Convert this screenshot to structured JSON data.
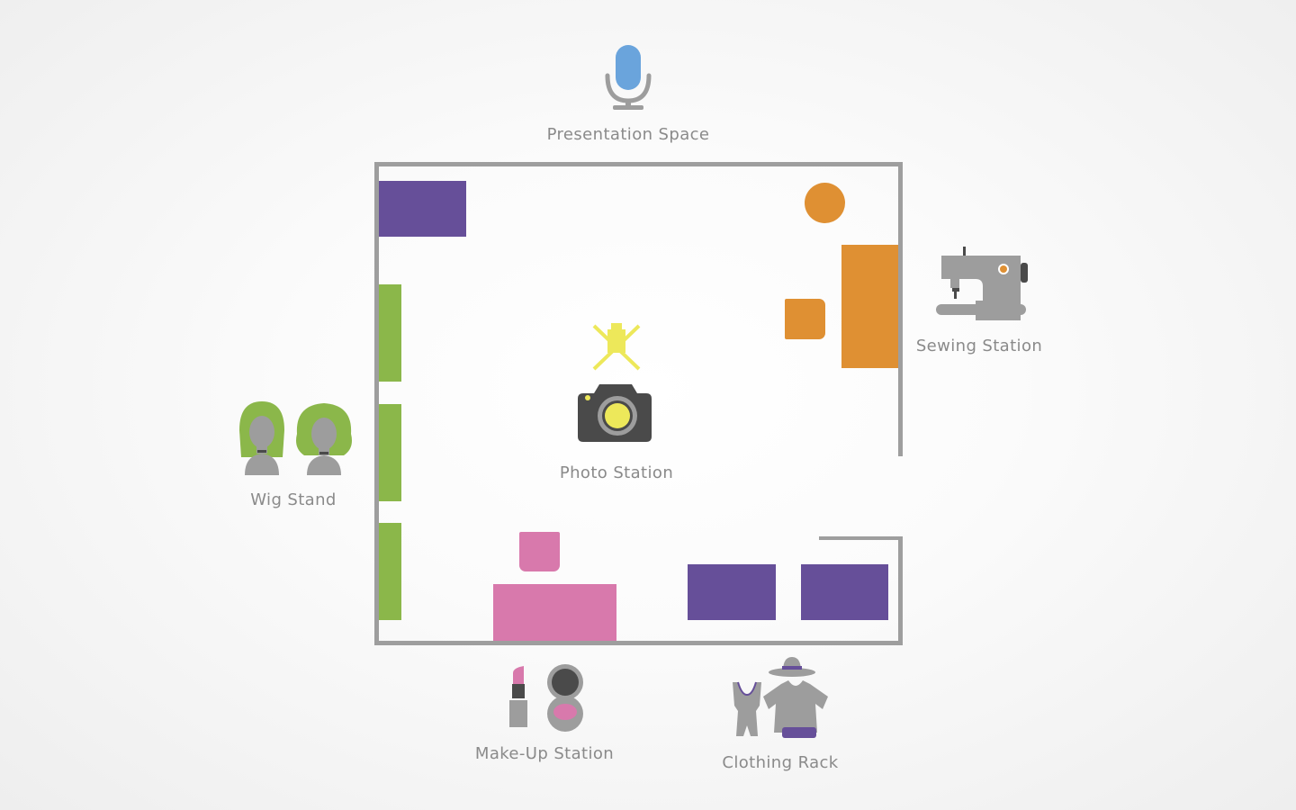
{
  "colors": {
    "background": "#f4f4f4",
    "wall": "#9e9e9e",
    "purple": "#664f99",
    "green": "#8bb74a",
    "orange": "#df9033",
    "pink": "#d879ac",
    "yellow": "#ede85a",
    "gray": "#9d9d9d",
    "dark": "#4a4a4a",
    "blue": "#6aa4dc",
    "label": "#8a8a8a"
  },
  "stations": {
    "presentation": {
      "label": "Presentation Space",
      "icon": "microphone-icon"
    },
    "photo": {
      "label": "Photo Station",
      "icon": "camera-icon"
    },
    "sewing": {
      "label": "Sewing Station",
      "icon": "sewing-machine-icon"
    },
    "wig": {
      "label": "Wig Stand",
      "icon": "wig-head-icon"
    },
    "makeup": {
      "label": "Make-Up Station",
      "icon": "lipstick-compact-icon"
    },
    "clothing": {
      "label": "Clothing Rack",
      "icon": "clothing-icon"
    }
  }
}
